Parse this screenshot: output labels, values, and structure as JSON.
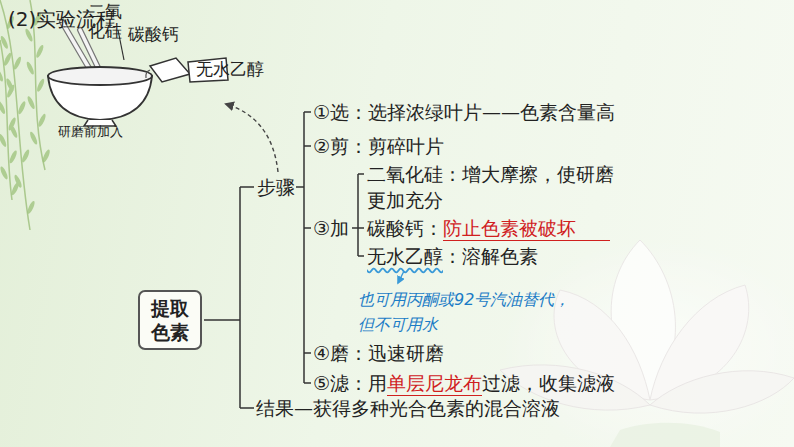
{
  "diagram": {
    "title": "(2)实验流程",
    "nodes": [
      {
        "text": [
          "提取 色素"
        ]
      }
    ],
    "labels": [
      "二氧 化硅",
      "碳酸钙",
      "无水乙醇",
      "研磨前加入",
      "步骤",
      "①选：选择浓绿叶片——色素含量高",
      "②剪：剪碎叶片",
      "③加",
      "二氧化硅：增大摩擦，使研磨 更加充分",
      "碳酸钙：",
      "防止色素被破坏",
      "无水乙醇",
      "：溶解色素",
      "也可用丙酮或92号汽油替代， 但不可用水",
      "④磨：迅速研磨",
      "⑤滤：用",
      "单层尼龙布",
      "过滤，收集滤液",
      "结果—获得多种光合色素的混合溶液"
    ]
  }
}
